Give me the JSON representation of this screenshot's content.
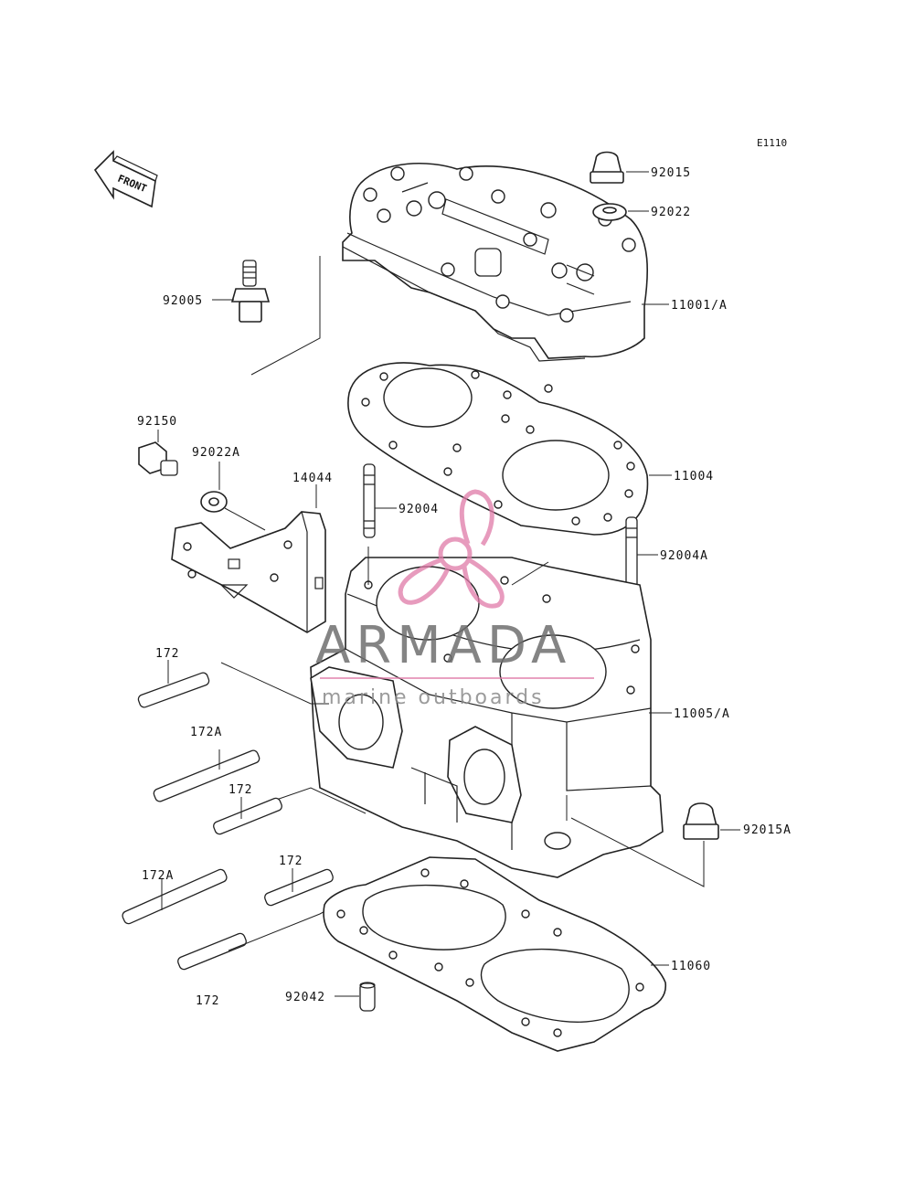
{
  "diagram": {
    "code": "E1110",
    "direction_label": "FRONT",
    "parts": [
      {
        "id": "p-92015",
        "label": "92015"
      },
      {
        "id": "p-92022",
        "label": "92022"
      },
      {
        "id": "p-92005",
        "label": "92005"
      },
      {
        "id": "p-11001A",
        "label": "11001/A"
      },
      {
        "id": "p-92150",
        "label": "92150"
      },
      {
        "id": "p-92022A",
        "label": "92022A"
      },
      {
        "id": "p-14044",
        "label": "14044"
      },
      {
        "id": "p-92004",
        "label": "92004"
      },
      {
        "id": "p-11004",
        "label": "11004"
      },
      {
        "id": "p-92004A",
        "label": "92004A"
      },
      {
        "id": "p-172-1",
        "label": "172"
      },
      {
        "id": "p-172A-1",
        "label": "172A"
      },
      {
        "id": "p-11005A",
        "label": "11005/A"
      },
      {
        "id": "p-172-2",
        "label": "172"
      },
      {
        "id": "p-92015A",
        "label": "92015A"
      },
      {
        "id": "p-172-3",
        "label": "172"
      },
      {
        "id": "p-172A-2",
        "label": "172A"
      },
      {
        "id": "p-11060",
        "label": "11060"
      },
      {
        "id": "p-92042",
        "label": "92042"
      },
      {
        "id": "p-172-4",
        "label": "172"
      }
    ]
  },
  "watermark": {
    "brand": "ARMADA",
    "tagline": "marine outboards",
    "accent_color": "#e07aa8"
  }
}
